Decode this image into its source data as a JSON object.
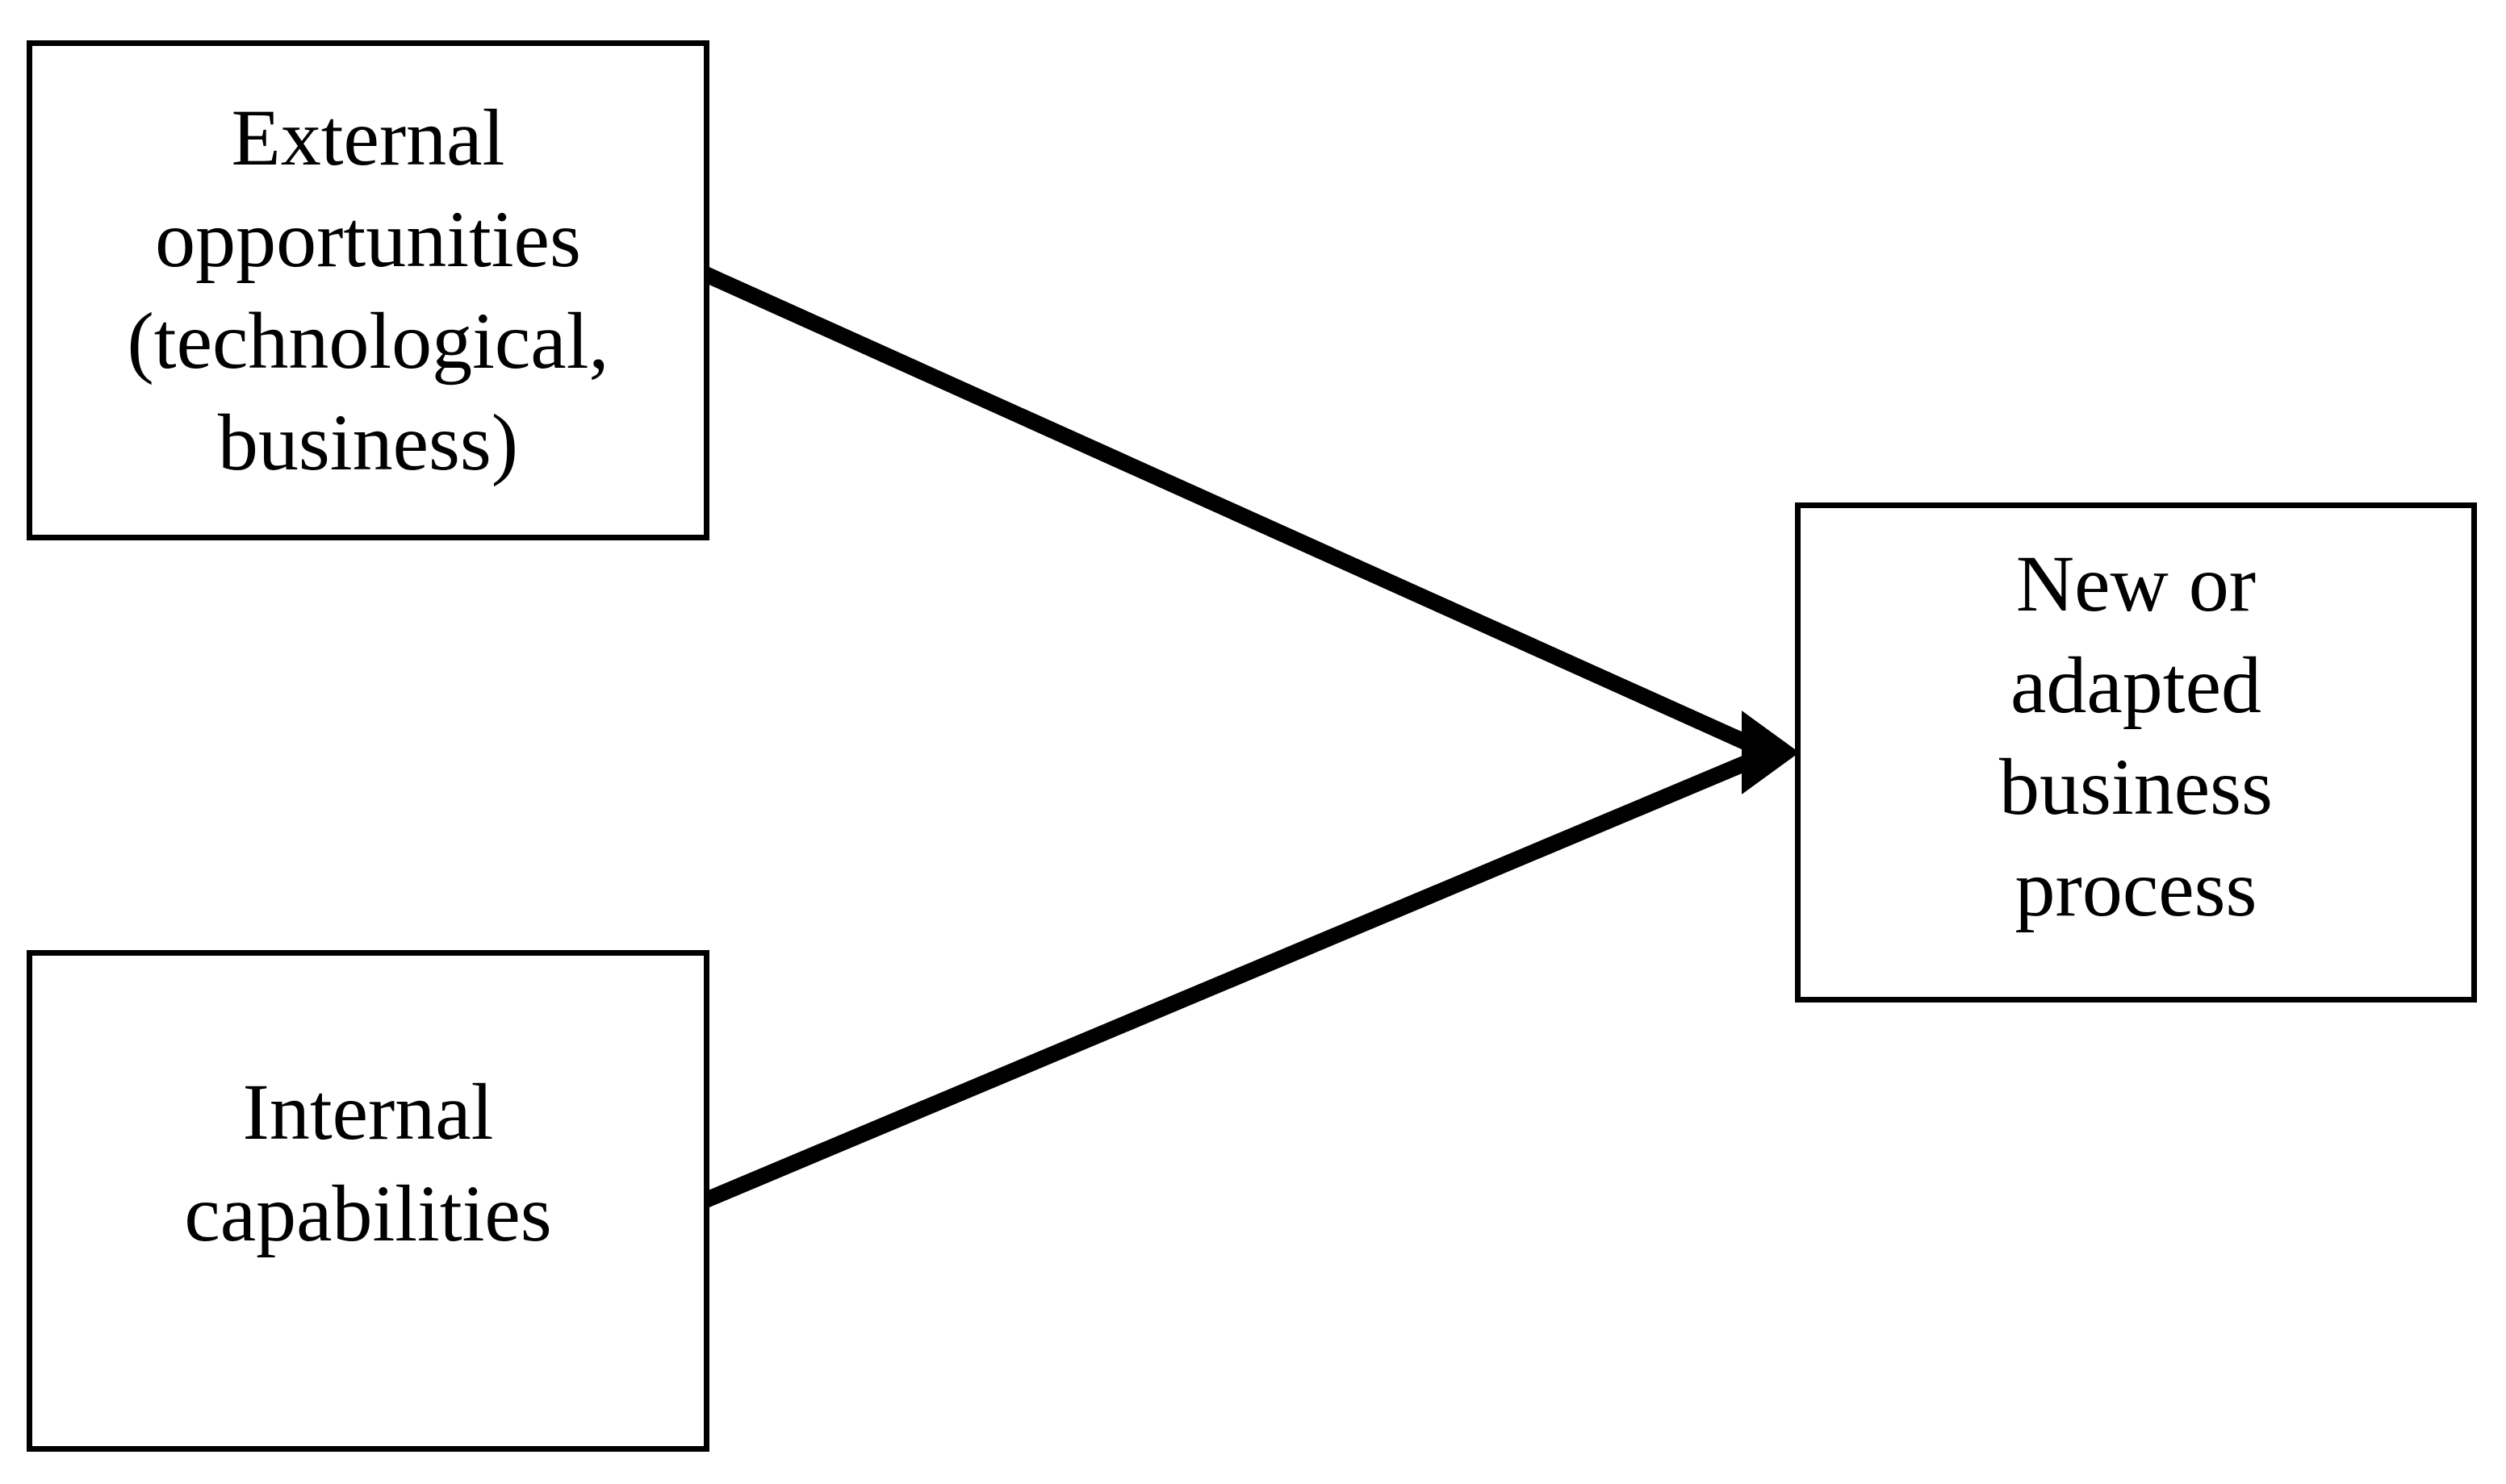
{
  "diagram": {
    "colors": {
      "ink": "#000000",
      "background": "#ffffff"
    },
    "boxes": {
      "external": {
        "lines": [
          "External",
          "opportunities",
          "(technological,",
          "business)"
        ]
      },
      "internal": {
        "lines": [
          "Internal",
          "capabilities"
        ]
      },
      "outcome": {
        "lines": [
          "New or",
          "adapted",
          "business",
          "process"
        ]
      }
    },
    "arrows": [
      {
        "name": "external-to-outcome",
        "from": "external",
        "to": "outcome"
      },
      {
        "name": "internal-to-outcome",
        "from": "internal",
        "to": "outcome"
      }
    ]
  }
}
